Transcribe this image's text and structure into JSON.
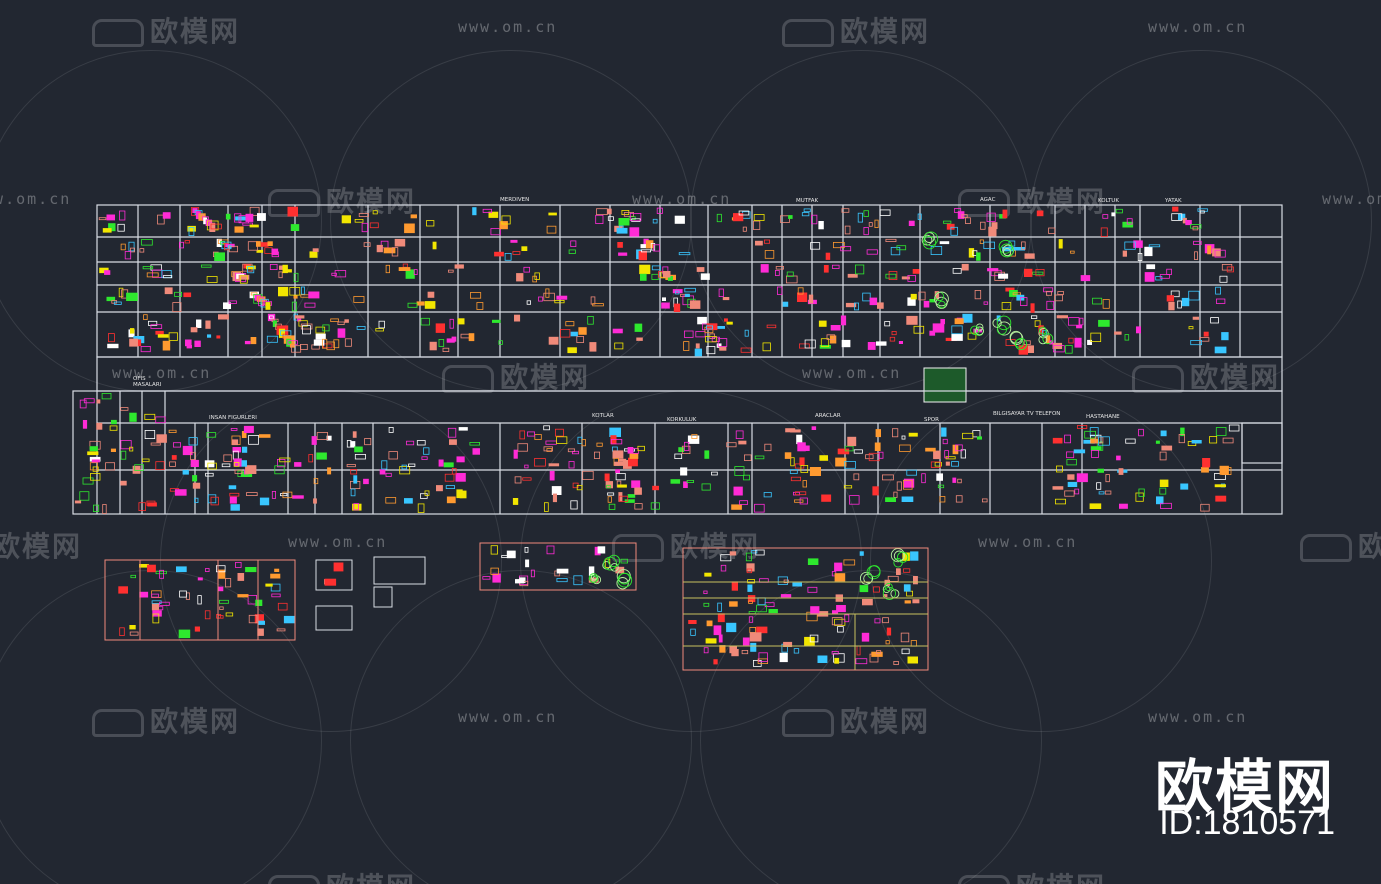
{
  "watermark": {
    "brand": "欧模网",
    "url": "www.om.cn"
  },
  "branding": {
    "name": "欧模网",
    "id_text": "ID:1810571"
  },
  "sheet_labels": {
    "merdiven": "MERDIVEN",
    "mutfak": "MUTFAK",
    "agac": "AGAC",
    "koltuk": "KOLTUK",
    "yatak": "YATAK",
    "ofis": "OFIS",
    "masalari": "MASALARI",
    "insan": "INSAN FIGURLERI",
    "kotlar": "KOTLAR",
    "korkuluk": "KORKULUK",
    "araclar": "ARACLAR",
    "spor": "SPOR",
    "bilgisayar": "BILGISAYAR TV TELEFON",
    "hastahane": "HASTAHANE"
  },
  "colors": {
    "background": "#222731",
    "lines": "#d8dce4",
    "magenta": "#ff2bd6",
    "salmon": "#f08a7a",
    "yellow": "#f2e600",
    "green": "#2ee82e",
    "cyan": "#39c6ff",
    "blue": "#2b3cff",
    "red": "#ff3030",
    "orange": "#ff9a30",
    "white": "#ffffff"
  }
}
